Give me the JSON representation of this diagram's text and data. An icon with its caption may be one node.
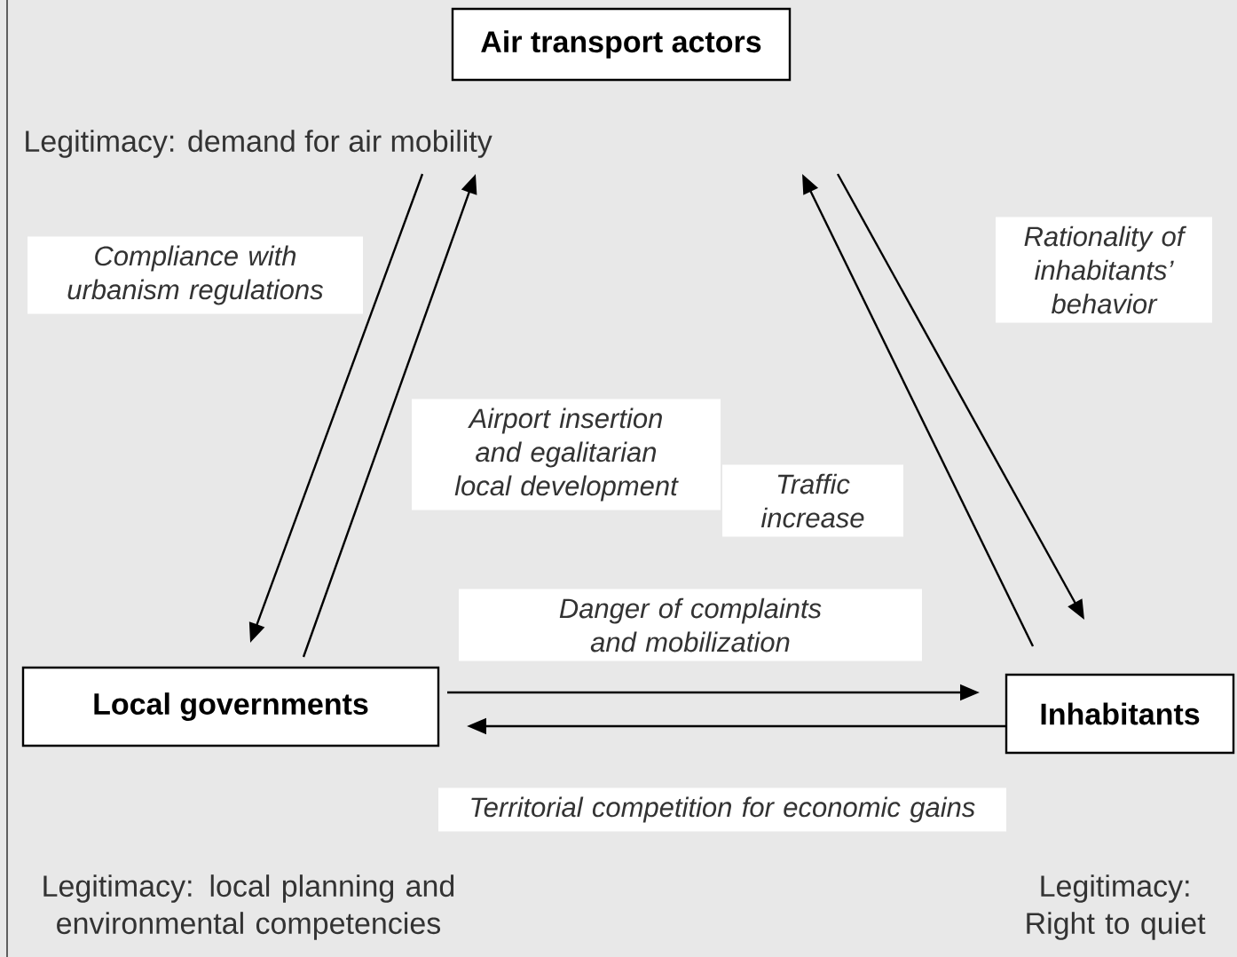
{
  "diagram": {
    "nodes": [
      {
        "text": [
          "Air transport actors"
        ]
      },
      {
        "text": [
          "Local governments"
        ]
      },
      {
        "text": [
          "Inhabitants"
        ]
      }
    ],
    "edges": [
      {
        "from": 0,
        "to": 1,
        "arrow": "to",
        "label": "Compliance with urbanism regulations"
      },
      {
        "from": 1,
        "to": 0,
        "arrow": "to",
        "label": "Airport insertion and egalitarian local development"
      },
      {
        "from": 2,
        "to": 0,
        "arrow": "to",
        "label": "Traffic increase"
      },
      {
        "from": 0,
        "to": 2,
        "arrow": "to",
        "label": "Rationality of inhabitants’ behavior"
      },
      {
        "from": 1,
        "to": 2,
        "arrow": "to",
        "label": "Danger of complaints and mobilization"
      },
      {
        "from": 2,
        "to": 1,
        "arrow": "to",
        "label": "Territorial competition for economic gains"
      }
    ],
    "labels": [
      "Legitimacy: demand for air mobility",
      "Legitimacy: local planning and environmental competencies",
      "Legitimacy: Right to quiet"
    ]
  }
}
